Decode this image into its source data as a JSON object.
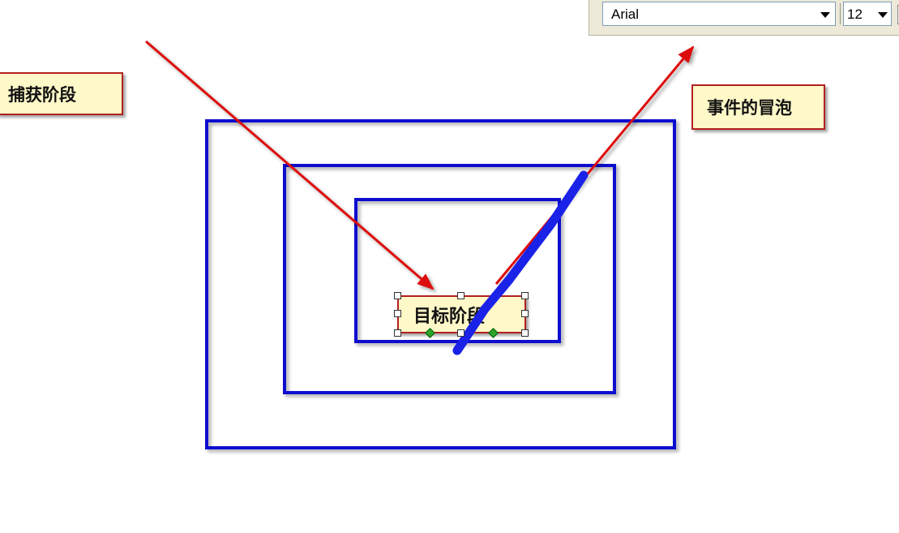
{
  "toolbar": {
    "font_name": "Arial",
    "font_size": "12"
  },
  "diagram": {
    "labels": {
      "capture": "捕获阶段",
      "target": "目标阶段",
      "bubble": "事件的冒泡"
    },
    "colors": {
      "box_border": "#1010d0",
      "arrow": "#dd1010",
      "callout_fill": "#fff8c8",
      "callout_border": "#b32020",
      "stroke_blue": "#1a22e8"
    }
  }
}
